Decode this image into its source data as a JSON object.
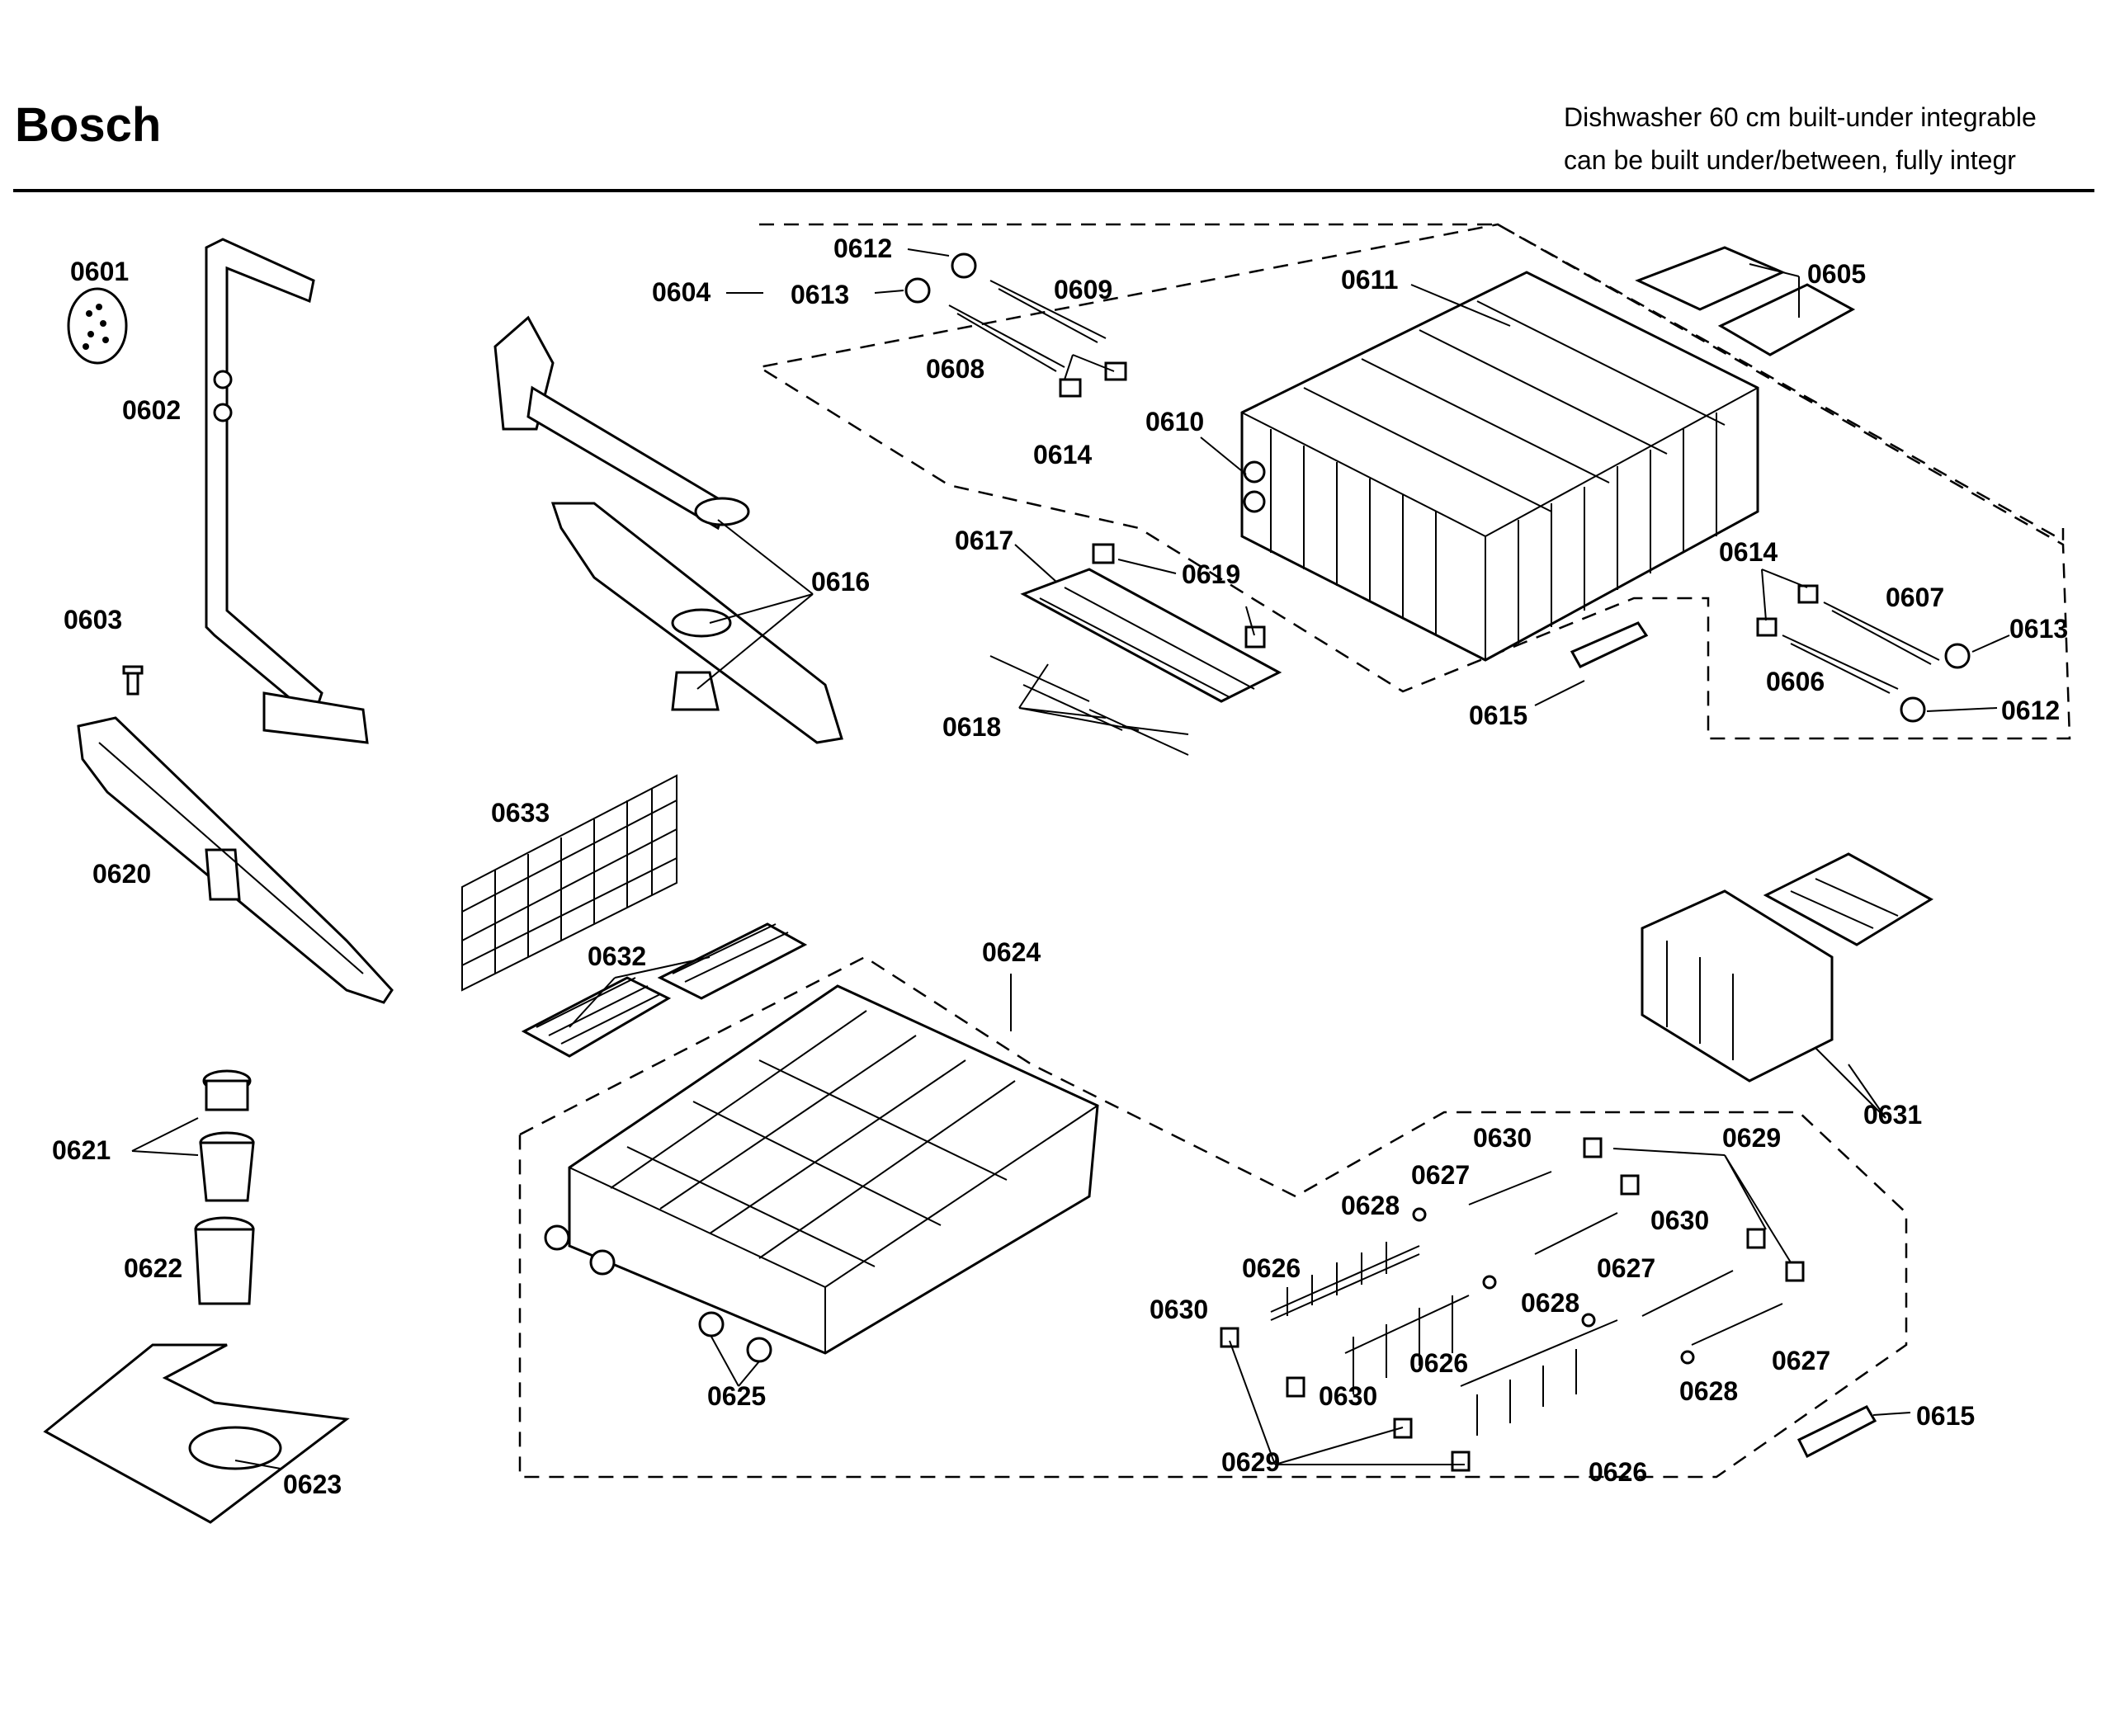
{
  "header": {
    "brand": "Bosch",
    "subtitle_line1": "Dishwasher 60 cm built-under integrable",
    "subtitle_line2": "can be built under/between, fully integr"
  },
  "labels": {
    "p0601": "0601",
    "p0602": "0602",
    "p0603": "0603",
    "p0604": "0604",
    "p0605": "0605",
    "p0606": "0606",
    "p0607": "0607",
    "p0608": "0608",
    "p0609": "0609",
    "p0610": "0610",
    "p0611": "0611",
    "p0612": "0612",
    "p0613": "0613",
    "p0614": "0614",
    "p0615": "0615",
    "p0616": "0616",
    "p0617": "0617",
    "p0618": "0618",
    "p0619": "0619",
    "p0620": "0620",
    "p0621": "0621",
    "p0622": "0622",
    "p0623": "0623",
    "p0624": "0624",
    "p0625": "0625",
    "p0626": "0626",
    "p0627": "0627",
    "p0628": "0628",
    "p0629": "0629",
    "p0630": "0630",
    "p0631": "0631",
    "p0632": "0632",
    "p0633": "0633"
  }
}
